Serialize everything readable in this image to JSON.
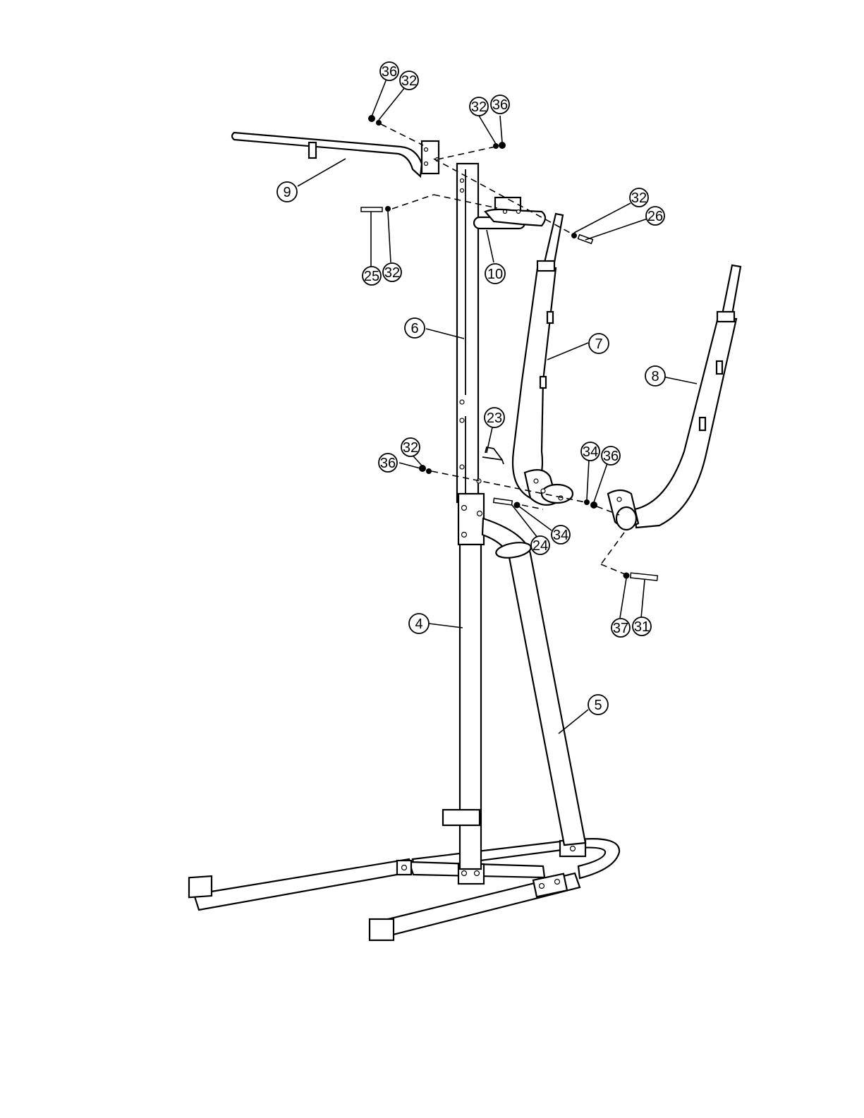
{
  "callouts": [
    {
      "id": "c36a",
      "label": "36"
    },
    {
      "id": "c32a",
      "label": "32"
    },
    {
      "id": "c32b",
      "label": "32"
    },
    {
      "id": "c36b",
      "label": "36"
    },
    {
      "id": "c9",
      "label": "9"
    },
    {
      "id": "c32c",
      "label": "32"
    },
    {
      "id": "c26",
      "label": "26"
    },
    {
      "id": "c25",
      "label": "25"
    },
    {
      "id": "c32d",
      "label": "32"
    },
    {
      "id": "c10",
      "label": "10"
    },
    {
      "id": "c6",
      "label": "6"
    },
    {
      "id": "c7",
      "label": "7"
    },
    {
      "id": "c8",
      "label": "8"
    },
    {
      "id": "c23",
      "label": "23"
    },
    {
      "id": "c32e",
      "label": "32"
    },
    {
      "id": "c36c",
      "label": "36"
    },
    {
      "id": "c34a",
      "label": "34"
    },
    {
      "id": "c36d",
      "label": "36"
    },
    {
      "id": "c24",
      "label": "24"
    },
    {
      "id": "c34b",
      "label": "34"
    },
    {
      "id": "c4",
      "label": "4"
    },
    {
      "id": "c37",
      "label": "37"
    },
    {
      "id": "c31",
      "label": "31"
    },
    {
      "id": "c5",
      "label": "5"
    }
  ]
}
